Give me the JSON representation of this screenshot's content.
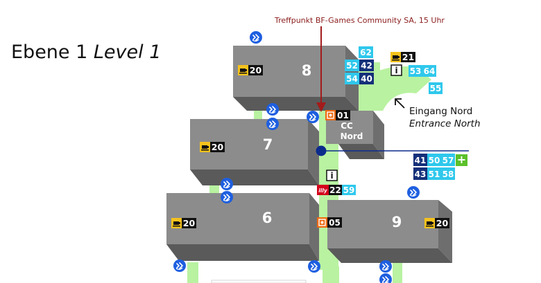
{
  "level": {
    "de": "Ebene 1",
    "en": "Level 1"
  },
  "meeting_point": "Treffpunkt BF-Games Community SA, 15 Uhr",
  "entrance": {
    "de": "Eingang Nord",
    "en": "Entrance North"
  },
  "halls": {
    "h8": "8",
    "h7": "7",
    "h6": "6",
    "h9": "9",
    "cc": [
      "CC",
      "Nord"
    ]
  },
  "badges": {
    "cafe_20": "20",
    "cafe_21": "21",
    "food_01": "01",
    "food_05": "05",
    "illy_22": "22",
    "n62": "62",
    "n52": "52",
    "n42": "42",
    "n54": "54",
    "n40": "40",
    "n53": "53",
    "n64": "64",
    "n55": "55",
    "n59": "59",
    "n41": "41",
    "n50": "50",
    "n57": "57",
    "n43": "43",
    "n51": "51",
    "n58": "58"
  },
  "icons": {
    "info": "i",
    "illy": "illy",
    "first_aid": "+"
  },
  "colors": {
    "hall_top": "#8c8c8c",
    "hall_side": "#5a5a5a",
    "hall_front": "#6e6e6e",
    "walkway": "#b9f2a1",
    "dark_blue": "#15307a",
    "cyan": "#2fc8ec",
    "food_orange": "#ef6a12",
    "illy_red": "#d4001a",
    "first_aid": "#5bc02a",
    "meeting_red": "#a31b1b",
    "marker_blue": "#0c2c8c",
    "toilet_blue": "#1e5fe0"
  }
}
